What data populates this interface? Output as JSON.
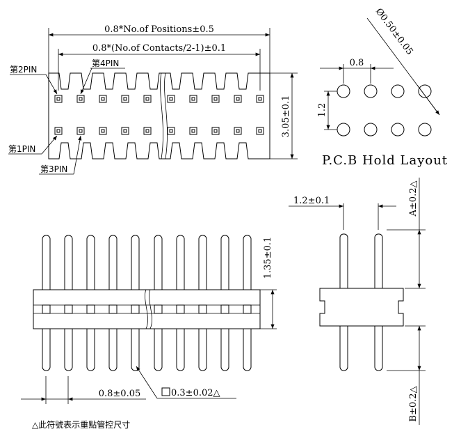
{
  "dims": {
    "overall_length": "0.8*No.of Positions±0.5",
    "contact_span": "0.8*(No.of Contacts/2-1)±0.1",
    "height_top": "3.05±0.1",
    "pcb_pitch": "0.8",
    "pcb_row_pitch": "1.2",
    "pcb_hole_dia": "Ø0.50±0.05",
    "pin_row_pitch": "1.2±0.1",
    "pin_length_top": "1.35±0.1",
    "pin_pitch_front": "0.8±0.05",
    "pin_square": "0.3±0.02△",
    "dim_a": "A±0.2△",
    "dim_b": "B±0.2△"
  },
  "pins": {
    "pin1": "第1PIN",
    "pin2": "第2PIN",
    "pin3": "第3PIN",
    "pin4": "第4PIN"
  },
  "titles": {
    "pcb_layout": "P.C.B Hold Layout"
  },
  "legend": {
    "note": "△此符號表示重點管控尺寸"
  }
}
